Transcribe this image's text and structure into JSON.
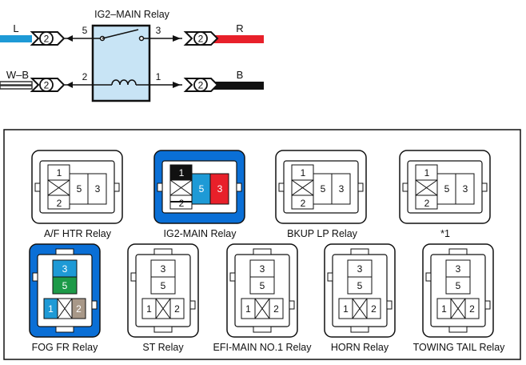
{
  "circuit": {
    "relay_title": "IG2–MAIN Relay",
    "left_wires": [
      {
        "color_code": "L",
        "connector": "2",
        "pin": "5",
        "wire_color": "#1e9ad6"
      },
      {
        "color_code": "W–B",
        "connector": "2",
        "pin": "2",
        "wire_color": "#333333"
      }
    ],
    "right_wires": [
      {
        "color_code": "R",
        "connector": "2",
        "pin": "3",
        "wire_color": "#e8202a"
      },
      {
        "color_code": "B",
        "connector": "2",
        "pin": "1",
        "wire_color": "#111111"
      }
    ],
    "relay_fill": "#c8e4f5"
  },
  "panel": {
    "highlight_color": "#0a6fd6",
    "relays": [
      {
        "label": "A/F HTR Relay",
        "type": "A",
        "pins": {
          "left_top": "1",
          "left_bottom": "2",
          "right_a": "5",
          "right_b": "3"
        }
      },
      {
        "label": "IG2-MAIN Relay",
        "type": "A",
        "highlighted": true,
        "pins": {
          "left_top": "1",
          "left_bottom": "2",
          "right_a": "5",
          "right_b": "3"
        }
      },
      {
        "label": "BKUP LP Relay",
        "type": "A",
        "pins": {
          "left_top": "1",
          "left_bottom": "2",
          "right_a": "5",
          "right_b": "3"
        }
      },
      {
        "label": "*1",
        "type": "A",
        "pins": {
          "left_top": "1",
          "left_bottom": "2",
          "right_a": "5",
          "right_b": "3"
        }
      },
      {
        "label": "FOG FR Relay",
        "type": "B",
        "highlighted": true,
        "pins": {
          "top": "3",
          "middle": "5",
          "bottom_left": "1",
          "bottom_right": "2"
        }
      },
      {
        "label": "ST Relay",
        "type": "B",
        "pins": {
          "top": "3",
          "middle": "5",
          "bottom_left": "1",
          "bottom_right": "2"
        }
      },
      {
        "label": "EFI-MAIN NO.1 Relay",
        "type": "B",
        "pins": {
          "top": "3",
          "middle": "5",
          "bottom_left": "1",
          "bottom_right": "2"
        }
      },
      {
        "label": "HORN Relay",
        "type": "B",
        "pins": {
          "top": "3",
          "middle": "5",
          "bottom_left": "1",
          "bottom_right": "2"
        }
      },
      {
        "label": "TOWING TAIL Relay",
        "type": "B",
        "pins": {
          "top": "3",
          "middle": "5",
          "bottom_left": "1",
          "bottom_right": "2"
        }
      }
    ]
  }
}
